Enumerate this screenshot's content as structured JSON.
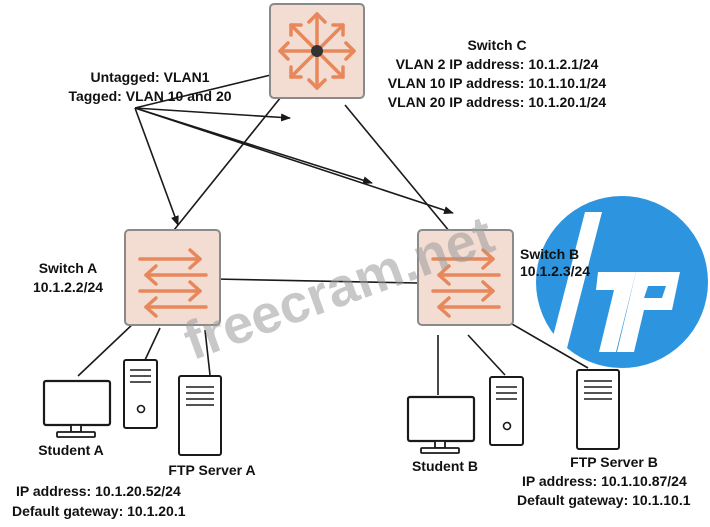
{
  "colors": {
    "switch_face": "#f3dcd2",
    "switch_arrows": "#e8885a",
    "line": "#1a1a1a",
    "hp_blue": "#2d95e0",
    "watermark": "#9a9a9a"
  },
  "switch_c": {
    "name": "Switch C",
    "vlan2": "VLAN 2 IP address: 10.1.2.1/24",
    "vlan10": "VLAN 10 IP address: 10.1.10.1/24",
    "vlan20": "VLAN 20 IP address: 10.1.20.1/24"
  },
  "links": {
    "untagged": "Untagged: VLAN1",
    "tagged": "Tagged: VLAN 10 and 20"
  },
  "switch_a": {
    "name": "Switch A",
    "ip": "10.1.2.2/24"
  },
  "switch_b": {
    "name": "Switch B",
    "ip": "10.1.2.3/24"
  },
  "student_a": {
    "label": "Student A"
  },
  "ftp_a": {
    "label": "FTP Server A",
    "ip": "IP address: 10.1.20.52/24",
    "gateway": "Default gateway: 10.1.20.1"
  },
  "student_b": {
    "label": "Student B"
  },
  "ftp_b": {
    "label": "FTP Server B",
    "ip": "IP address: 10.1.10.87/24",
    "gateway": "Default gateway: 10.1.10.1"
  },
  "watermark": {
    "text": "freecram.net",
    "logo_text": "hp"
  }
}
